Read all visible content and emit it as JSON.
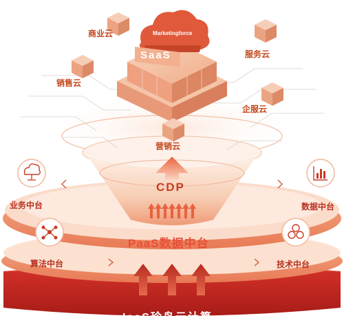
{
  "top": {
    "brand": "Marketingforce",
    "saas": "SaaS",
    "clouds": {
      "commerce": "商业云",
      "service": "服务云",
      "sales": "销售云",
      "enterprise": "企服云",
      "marketing": "营销云"
    }
  },
  "cdp_label": "CDP",
  "paas_label": "PaaS数据中台",
  "modules": {
    "business": "业务中台",
    "data": "数据中台",
    "algorithm": "算法中台",
    "tech": "技术中台"
  },
  "iaas_label": "IaaS珍岛云计算",
  "colors": {
    "primary_red": "#c9261e",
    "accent_orange": "#e8734a",
    "peach": "#f6c7ab",
    "light_peach": "#fbe3d4"
  },
  "icons": {
    "business": "cloud-network-icon",
    "data": "bar-chart-icon",
    "algorithm": "molecule-icon",
    "tech": "gears-icon"
  }
}
